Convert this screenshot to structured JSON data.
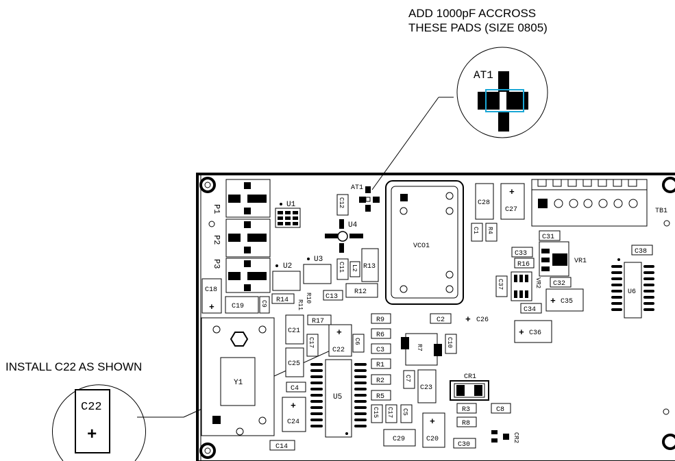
{
  "notes": {
    "top_line1": "ADD 1000pF ACCROSS",
    "top_line2": "THESE PADS (SIZE 0805)",
    "left": "INSTALL C22 AS SHOWN"
  },
  "callouts": {
    "at1": "AT1",
    "c22": "C22",
    "c22_polarity": "+"
  },
  "labels": {
    "P1": "P1",
    "P2": "P2",
    "P3": "P3",
    "U1": "U1",
    "U2": "U2",
    "U3": "U3",
    "U4": "U4",
    "U5": "U5",
    "U6": "U6",
    "AT1": "AT1",
    "VCO1": "VCO1",
    "TB1": "TB1",
    "VR1": "VR1",
    "VR2": "VR2",
    "Y1": "Y1",
    "CR1": "CR1",
    "CR2": "CR2",
    "L2": "L2",
    "R1": "R1",
    "R2": "R2",
    "R3": "R3",
    "R4": "R4",
    "R5": "R5",
    "R6": "R6",
    "R7": "R7",
    "R8": "R8",
    "R9": "R9",
    "R10": "R10",
    "R11": "R11",
    "R12": "R12",
    "R13": "R13",
    "R14": "R14",
    "R16": "R16",
    "R17": "R17",
    "C1": "C1",
    "C2": "C2",
    "C3": "C3",
    "C4": "C4",
    "C5": "C5",
    "C6": "C6",
    "C7": "C7",
    "C8": "C8",
    "C9": "C9",
    "C10": "C10",
    "C11": "C11",
    "C12": "C12",
    "C13": "C13",
    "C14": "C14",
    "C15": "C15",
    "C17": "C17",
    "C17b": "C17",
    "C18": "C18",
    "C19": "C19",
    "C20": "C20",
    "C21": "C21",
    "C22": "C22",
    "C23": "C23",
    "C24": "C24",
    "C25": "C25",
    "C26": "C26",
    "C27": "C27",
    "C28": "C28",
    "C29": "C29",
    "C30": "C30",
    "C31": "C31",
    "C32": "C32",
    "C33": "C33",
    "C34": "C34",
    "C35": "C35",
    "C36": "C36",
    "C37": "C37",
    "C38": "C38"
  },
  "plus": "+"
}
